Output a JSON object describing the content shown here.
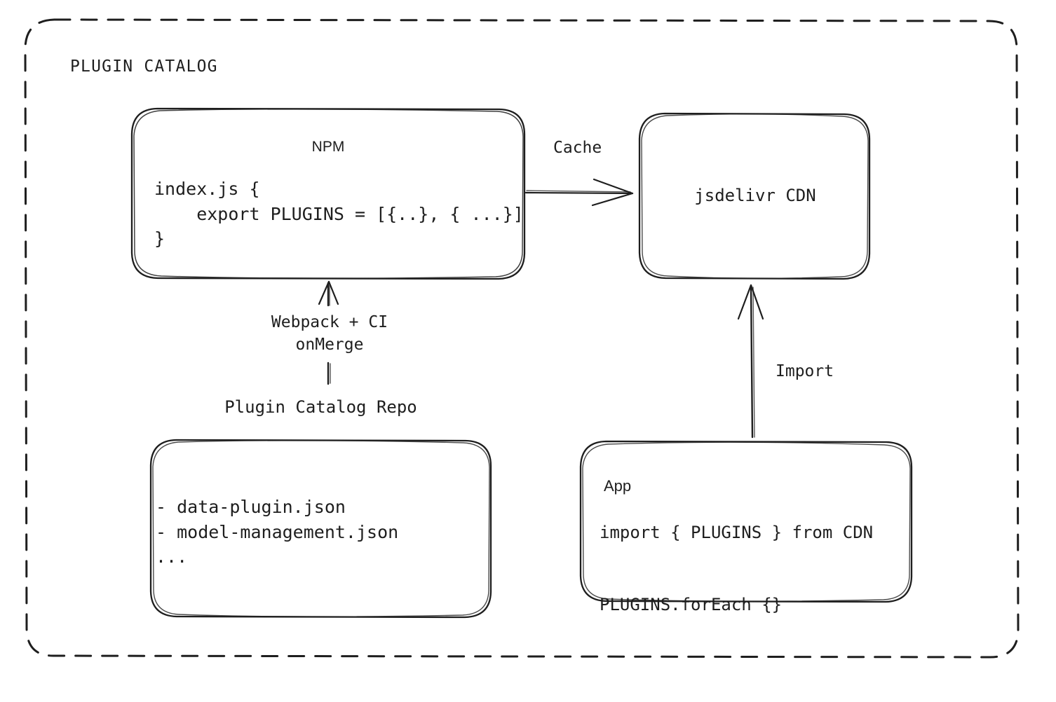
{
  "diagram": {
    "title": "PLUGIN CATALOG",
    "background_color": "#ffffff",
    "stroke_color": "#1e1e1e",
    "style": "hand-drawn"
  },
  "nodes": {
    "npm": {
      "title": "NPM",
      "code": "index.js {\n    export PLUGINS = [{..}, { ...}]\n}"
    },
    "cdn": {
      "title": "jsdelivr CDN"
    },
    "repo": {
      "caption": "Plugin Catalog Repo",
      "files": "- data-plugin.json\n- model-management.json\n..."
    },
    "app": {
      "title": "App",
      "code": "import { PLUGINS } from CDN\n\nPLUGINS.forEach {}"
    }
  },
  "edges": {
    "cache": {
      "label": "Cache",
      "from": "npm",
      "to": "cdn",
      "direction": "right"
    },
    "webpack": {
      "label": "Webpack + CI\nonMerge",
      "from": "repo",
      "to": "npm",
      "direction": "up"
    },
    "import": {
      "label": "Import",
      "from": "app",
      "to": "cdn",
      "direction": "up"
    }
  }
}
